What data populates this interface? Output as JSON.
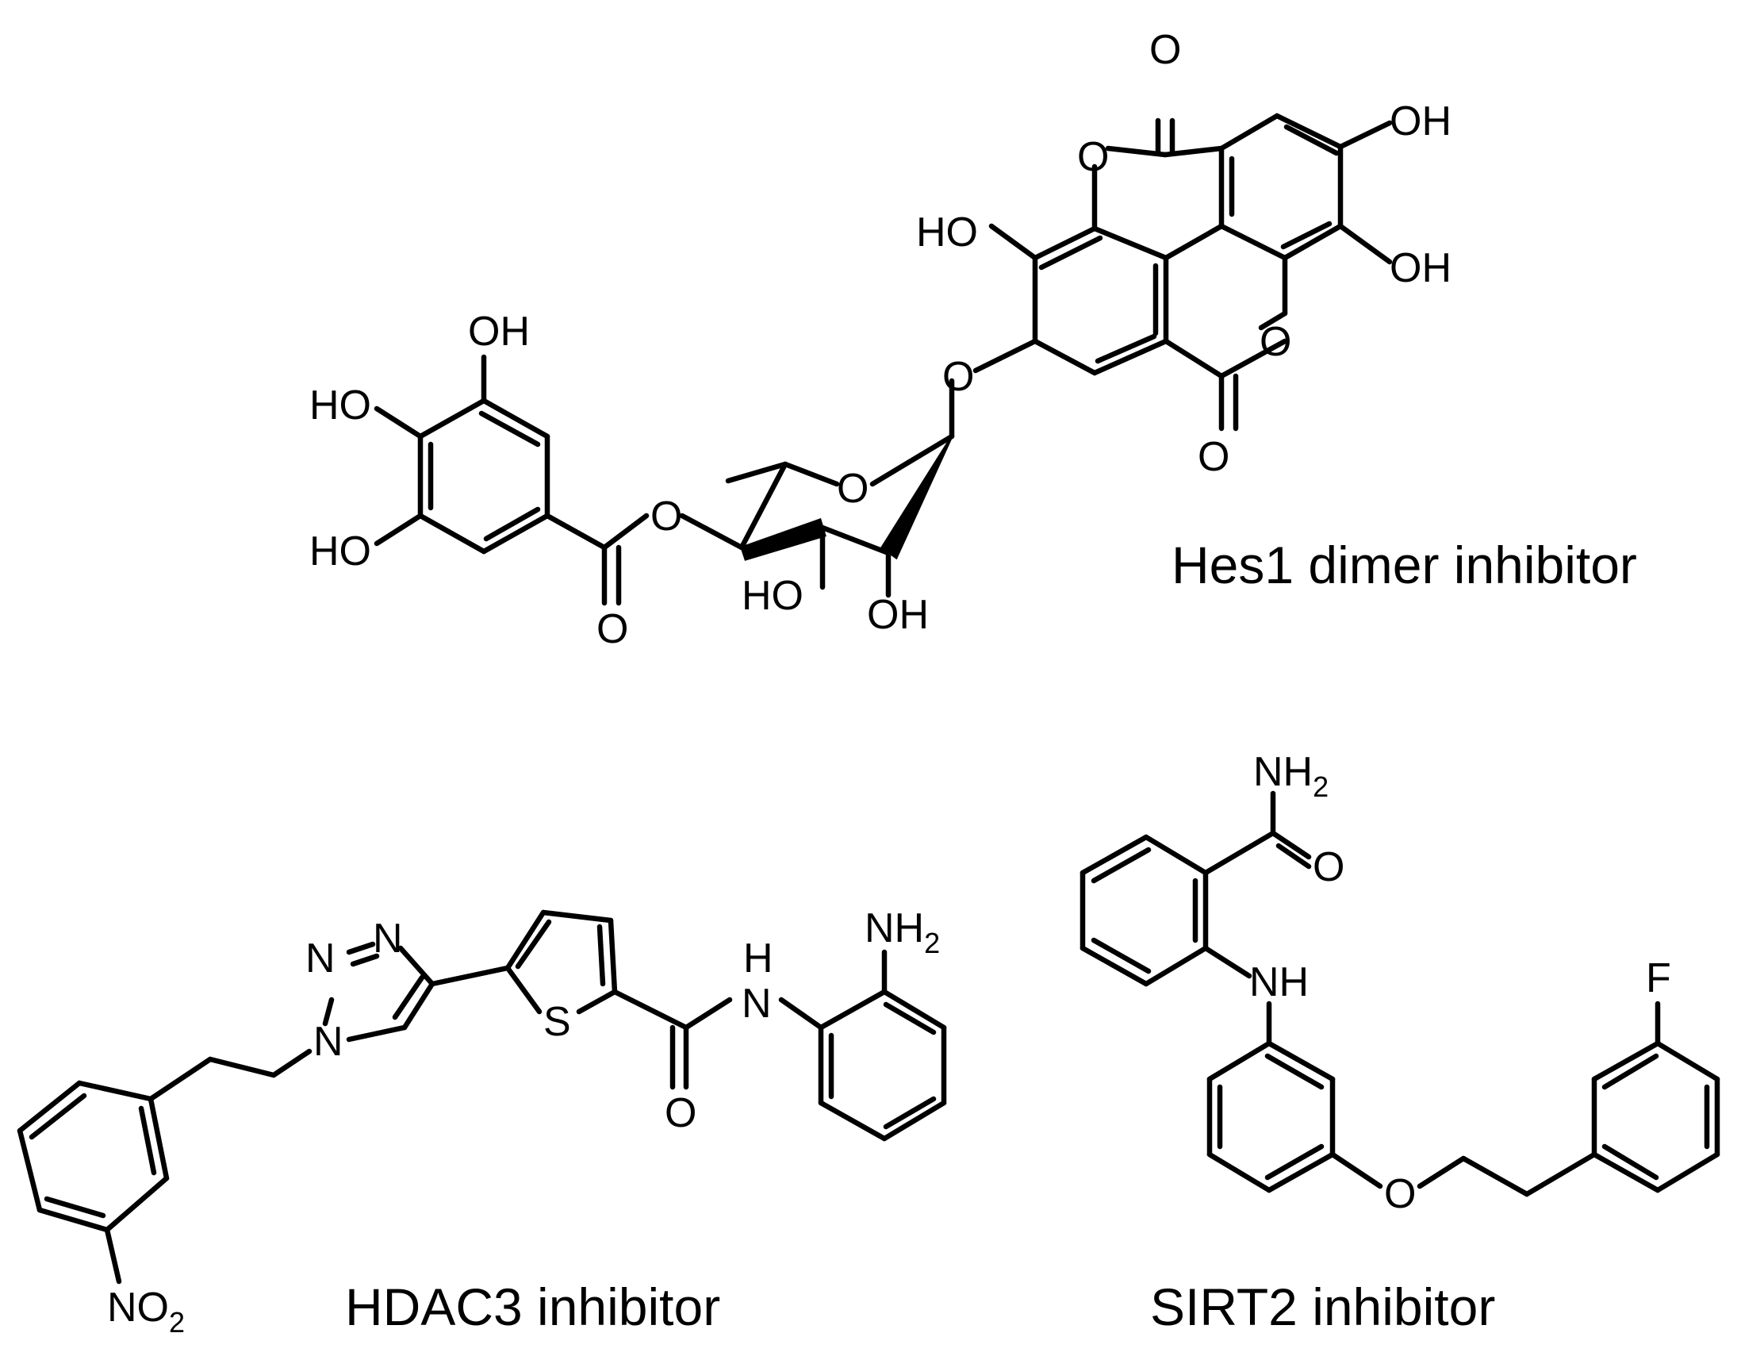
{
  "captions": {
    "hes1": "Hes1 dimer inhibitor",
    "hdac3": "HDAC3 inhibitor",
    "sirt2": "SIRT2 inhibitor"
  },
  "hes1": {
    "ring_o_1": "O",
    "carbonyl_o_1": "O",
    "ring_o_2": "O",
    "carbonyl_o_2": "O",
    "oh_a": "OH",
    "oh_b": "OH",
    "ho_c": "HO",
    "ether_o": "O",
    "sugar_ring_o": "O",
    "ester_o": "O",
    "ester_carbonyl_o": "O",
    "sugar_ho": "HO",
    "sugar_oh": "OH",
    "gallate_oh": "OH",
    "gallate_ho_1": "HO",
    "gallate_ho_2": "HO"
  },
  "hdac3": {
    "triazole_n1": "N",
    "triazole_n2": "N",
    "triazole_n3": "N",
    "triazole_n_dash": "–",
    "triazole_n1_dash": "–",
    "thiophene_s": "S",
    "amide_h": "H",
    "amide_n": "N",
    "amide_o": "O",
    "nh2_base": "NH",
    "nh2_sub": "2",
    "no2_base": "NO",
    "no2_sub": "2"
  },
  "sirt2": {
    "nh2_base": "NH",
    "nh2_sub": "2",
    "amide_o": "O",
    "nh": "NH",
    "ether_o": "O",
    "fluoro": "F"
  }
}
